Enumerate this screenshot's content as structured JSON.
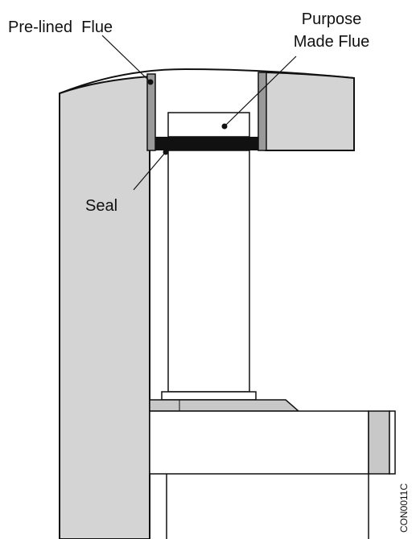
{
  "labels": {
    "pre_lined_flue": "Pre-lined  Flue",
    "purpose_made_flue_line1": "Purpose",
    "purpose_made_flue_line2": "Made Flue",
    "seal": "Seal",
    "drawing_code": "CON0011C"
  },
  "colors": {
    "wall_fill": "#d4d4d4",
    "liner_fill": "#9a9a9a",
    "seal_fill": "#111111",
    "outline": "#111111",
    "background": "#ffffff"
  }
}
